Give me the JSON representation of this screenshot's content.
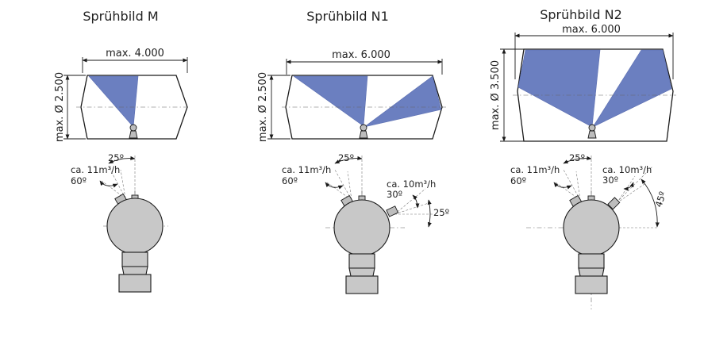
{
  "panels": [
    {
      "title": "Sprühbild M",
      "width_label": "max. 4.000",
      "height_label": "max. Ø 2.500",
      "annotations": {
        "top_angle": "25º",
        "flow": "ca. 11m³/h",
        "spread": "60º"
      }
    },
    {
      "title": "Sprühbild N1",
      "width_label": "max. 6.000",
      "height_label": "max. Ø 2.500",
      "annotations": {
        "top_angle": "25º",
        "flow": "ca. 11m³/h",
        "spread": "60º",
        "flow2": "ca. 10m³/h",
        "spread2": "30º",
        "tilt": "25º"
      }
    },
    {
      "title": "Sprühbild N2",
      "width_label": "max. 6.000",
      "height_label": "max. Ø 3.500",
      "annotations": {
        "top_angle": "25º",
        "flow": "ca. 11m³/h",
        "spread": "60º",
        "flow2": "ca. 10m³/h",
        "spread2": "30º",
        "tilt": "45º"
      }
    }
  ],
  "colors": {
    "spray": "#6b7fc0",
    "body": "#c8c8c8",
    "outline": "#1a1a1a"
  }
}
